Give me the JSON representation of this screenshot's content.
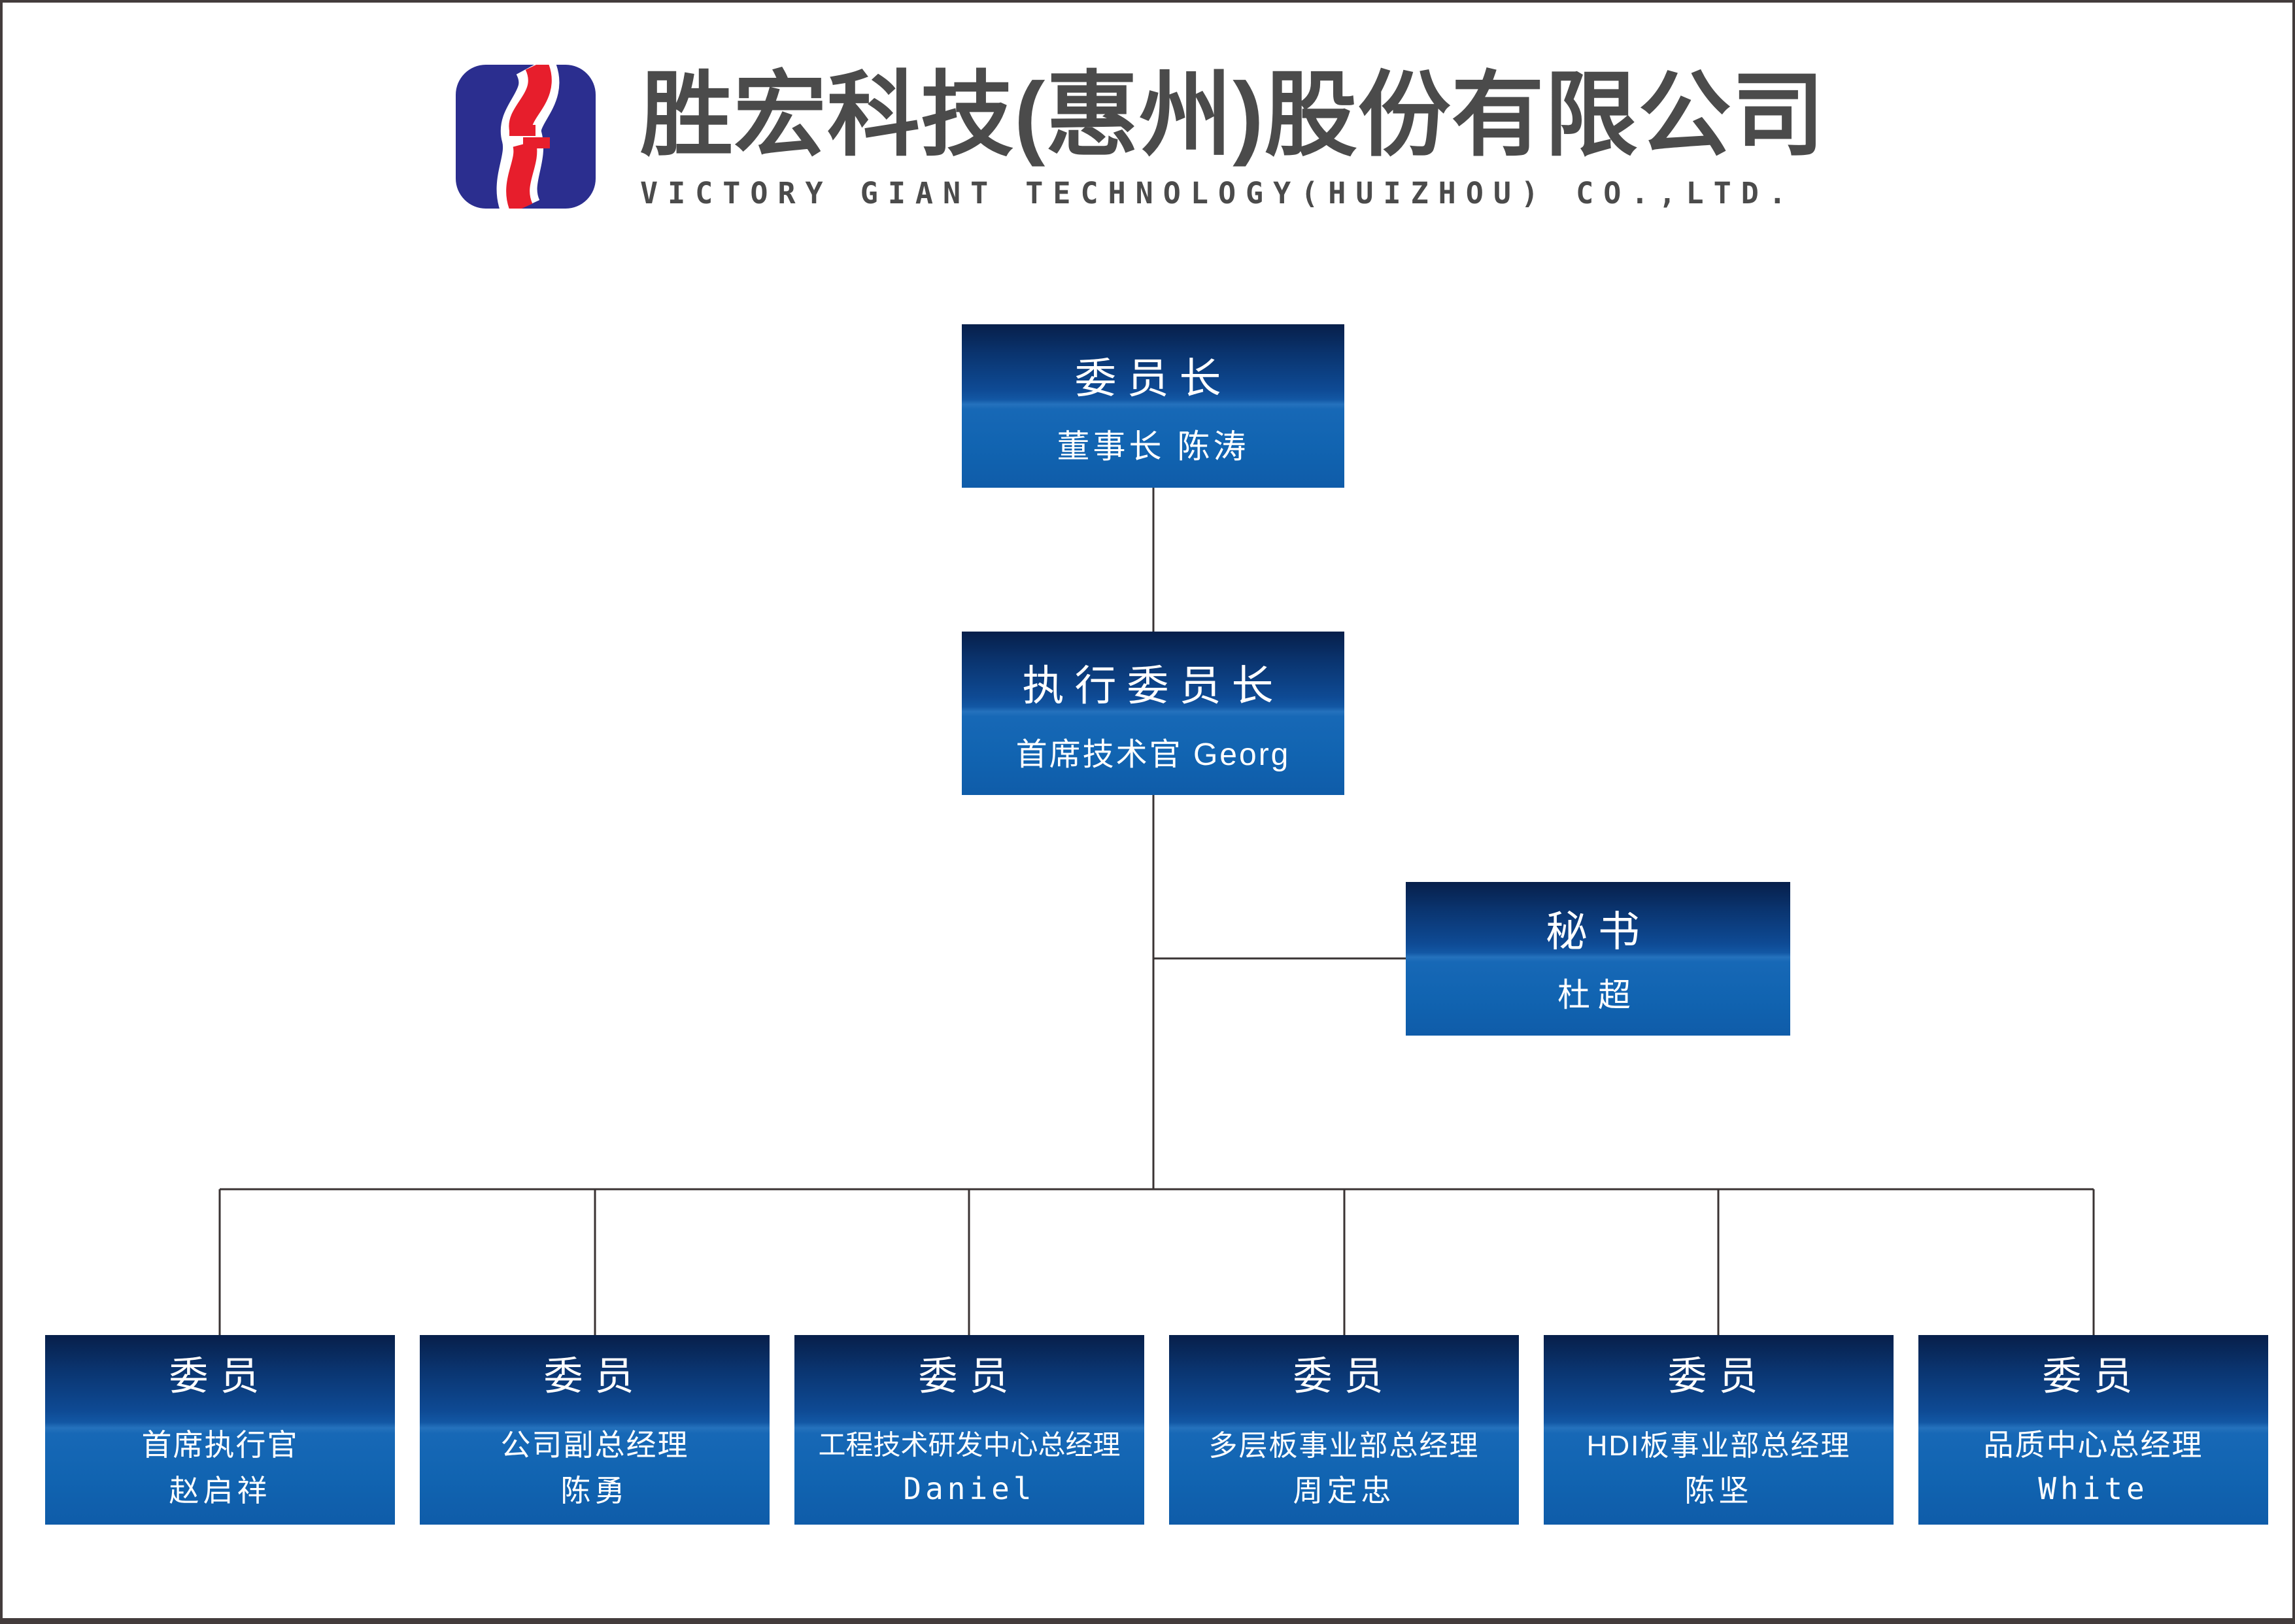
{
  "header": {
    "company_name_zh": "胜宏科技(惠州)股份有限公司",
    "company_name_en": "VICTORY GIANT TECHNOLOGY(HUIZHOU) CO.,LTD."
  },
  "colors": {
    "logo_blue": "#2b2e8f",
    "logo_red": "#e71e2c",
    "node_gradient_top": "#071f4a",
    "node_gradient_bottom": "#1164b1",
    "header_text_gray": "#4b4b4b",
    "connector_line": "#3a3333"
  },
  "org_chart": {
    "chairman": {
      "title": "委员长",
      "subtitle": "董事长 陈涛"
    },
    "executive_chairman": {
      "title": "执行委员长",
      "subtitle": "首席技术官 Georg"
    },
    "secretary": {
      "title": "秘书",
      "name": "杜超"
    },
    "members": [
      {
        "title": "委员",
        "role": "首席执行官",
        "name": "赵启祥"
      },
      {
        "title": "委员",
        "role": "公司副总经理",
        "name": "陈勇"
      },
      {
        "title": "委员",
        "role": "工程技术研发中心总经理",
        "name": "Daniel"
      },
      {
        "title": "委员",
        "role": "多层板事业部总经理",
        "name": "周定忠"
      },
      {
        "title": "委员",
        "role": "HDI板事业部总经理",
        "name": "陈坚"
      },
      {
        "title": "委员",
        "role": "品质中心总经理",
        "name": "White"
      }
    ]
  }
}
